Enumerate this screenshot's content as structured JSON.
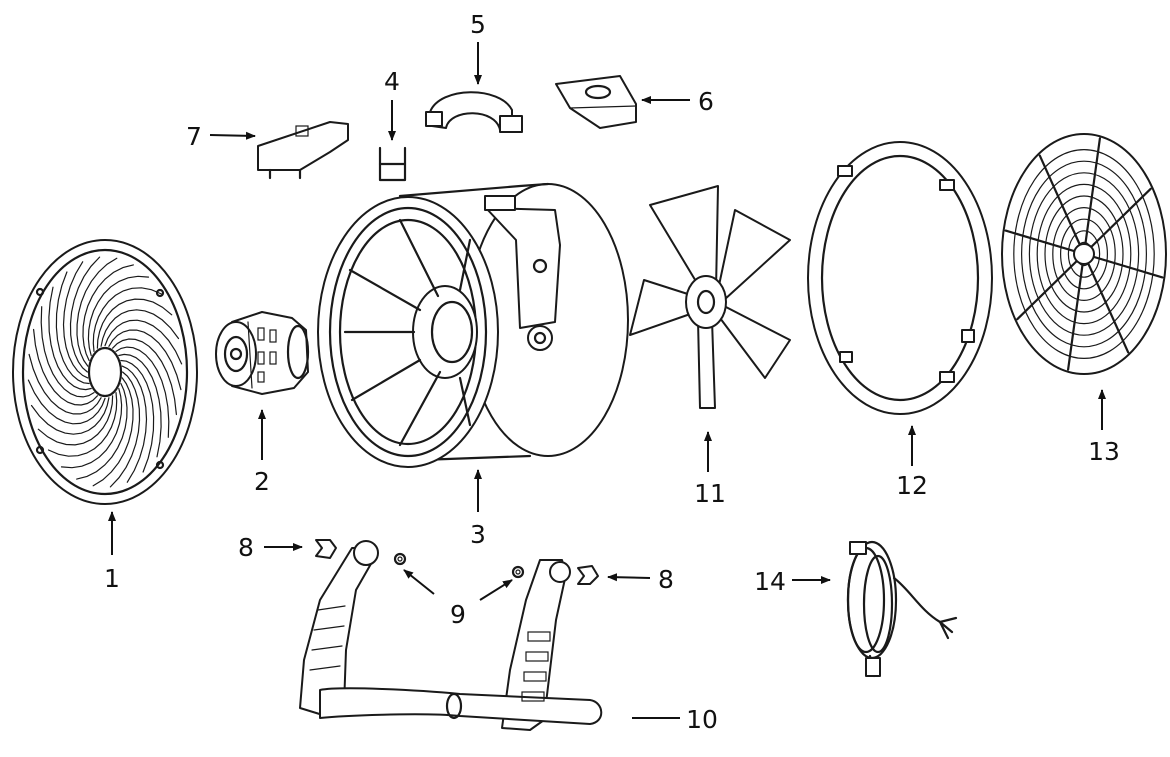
{
  "labels": {
    "p1": "1",
    "p2": "2",
    "p3": "3",
    "p4": "4",
    "p5": "5",
    "p6": "6",
    "p7": "7",
    "p8a": "8",
    "p8b": "8",
    "p9": "9",
    "p10": "10",
    "p11": "11",
    "p12": "12",
    "p13": "13",
    "p14": "14"
  },
  "colors": {
    "line": "#1a1a1a",
    "background": "#ffffff"
  }
}
